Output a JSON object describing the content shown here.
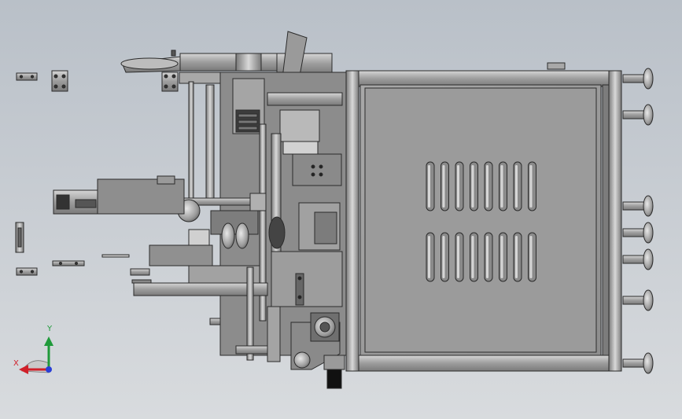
{
  "triad": {
    "x_label": "X",
    "y_label": "Y",
    "x_color": "#d0202a",
    "y_color": "#1f9a3a",
    "z_color": "#2a3fd6"
  },
  "palette": {
    "background_top": "#b9c0c8",
    "background_bottom": "#d8dbde",
    "body_metal": "#9a9a9a",
    "dark_metal": "#6f6f6f",
    "light_metal": "#c8c8c8",
    "outline": "#2b2b2b",
    "black_part": "#111111"
  },
  "components": {
    "vents_top_row": 8,
    "vents_bottom_row": 8,
    "right_fittings": 7
  }
}
